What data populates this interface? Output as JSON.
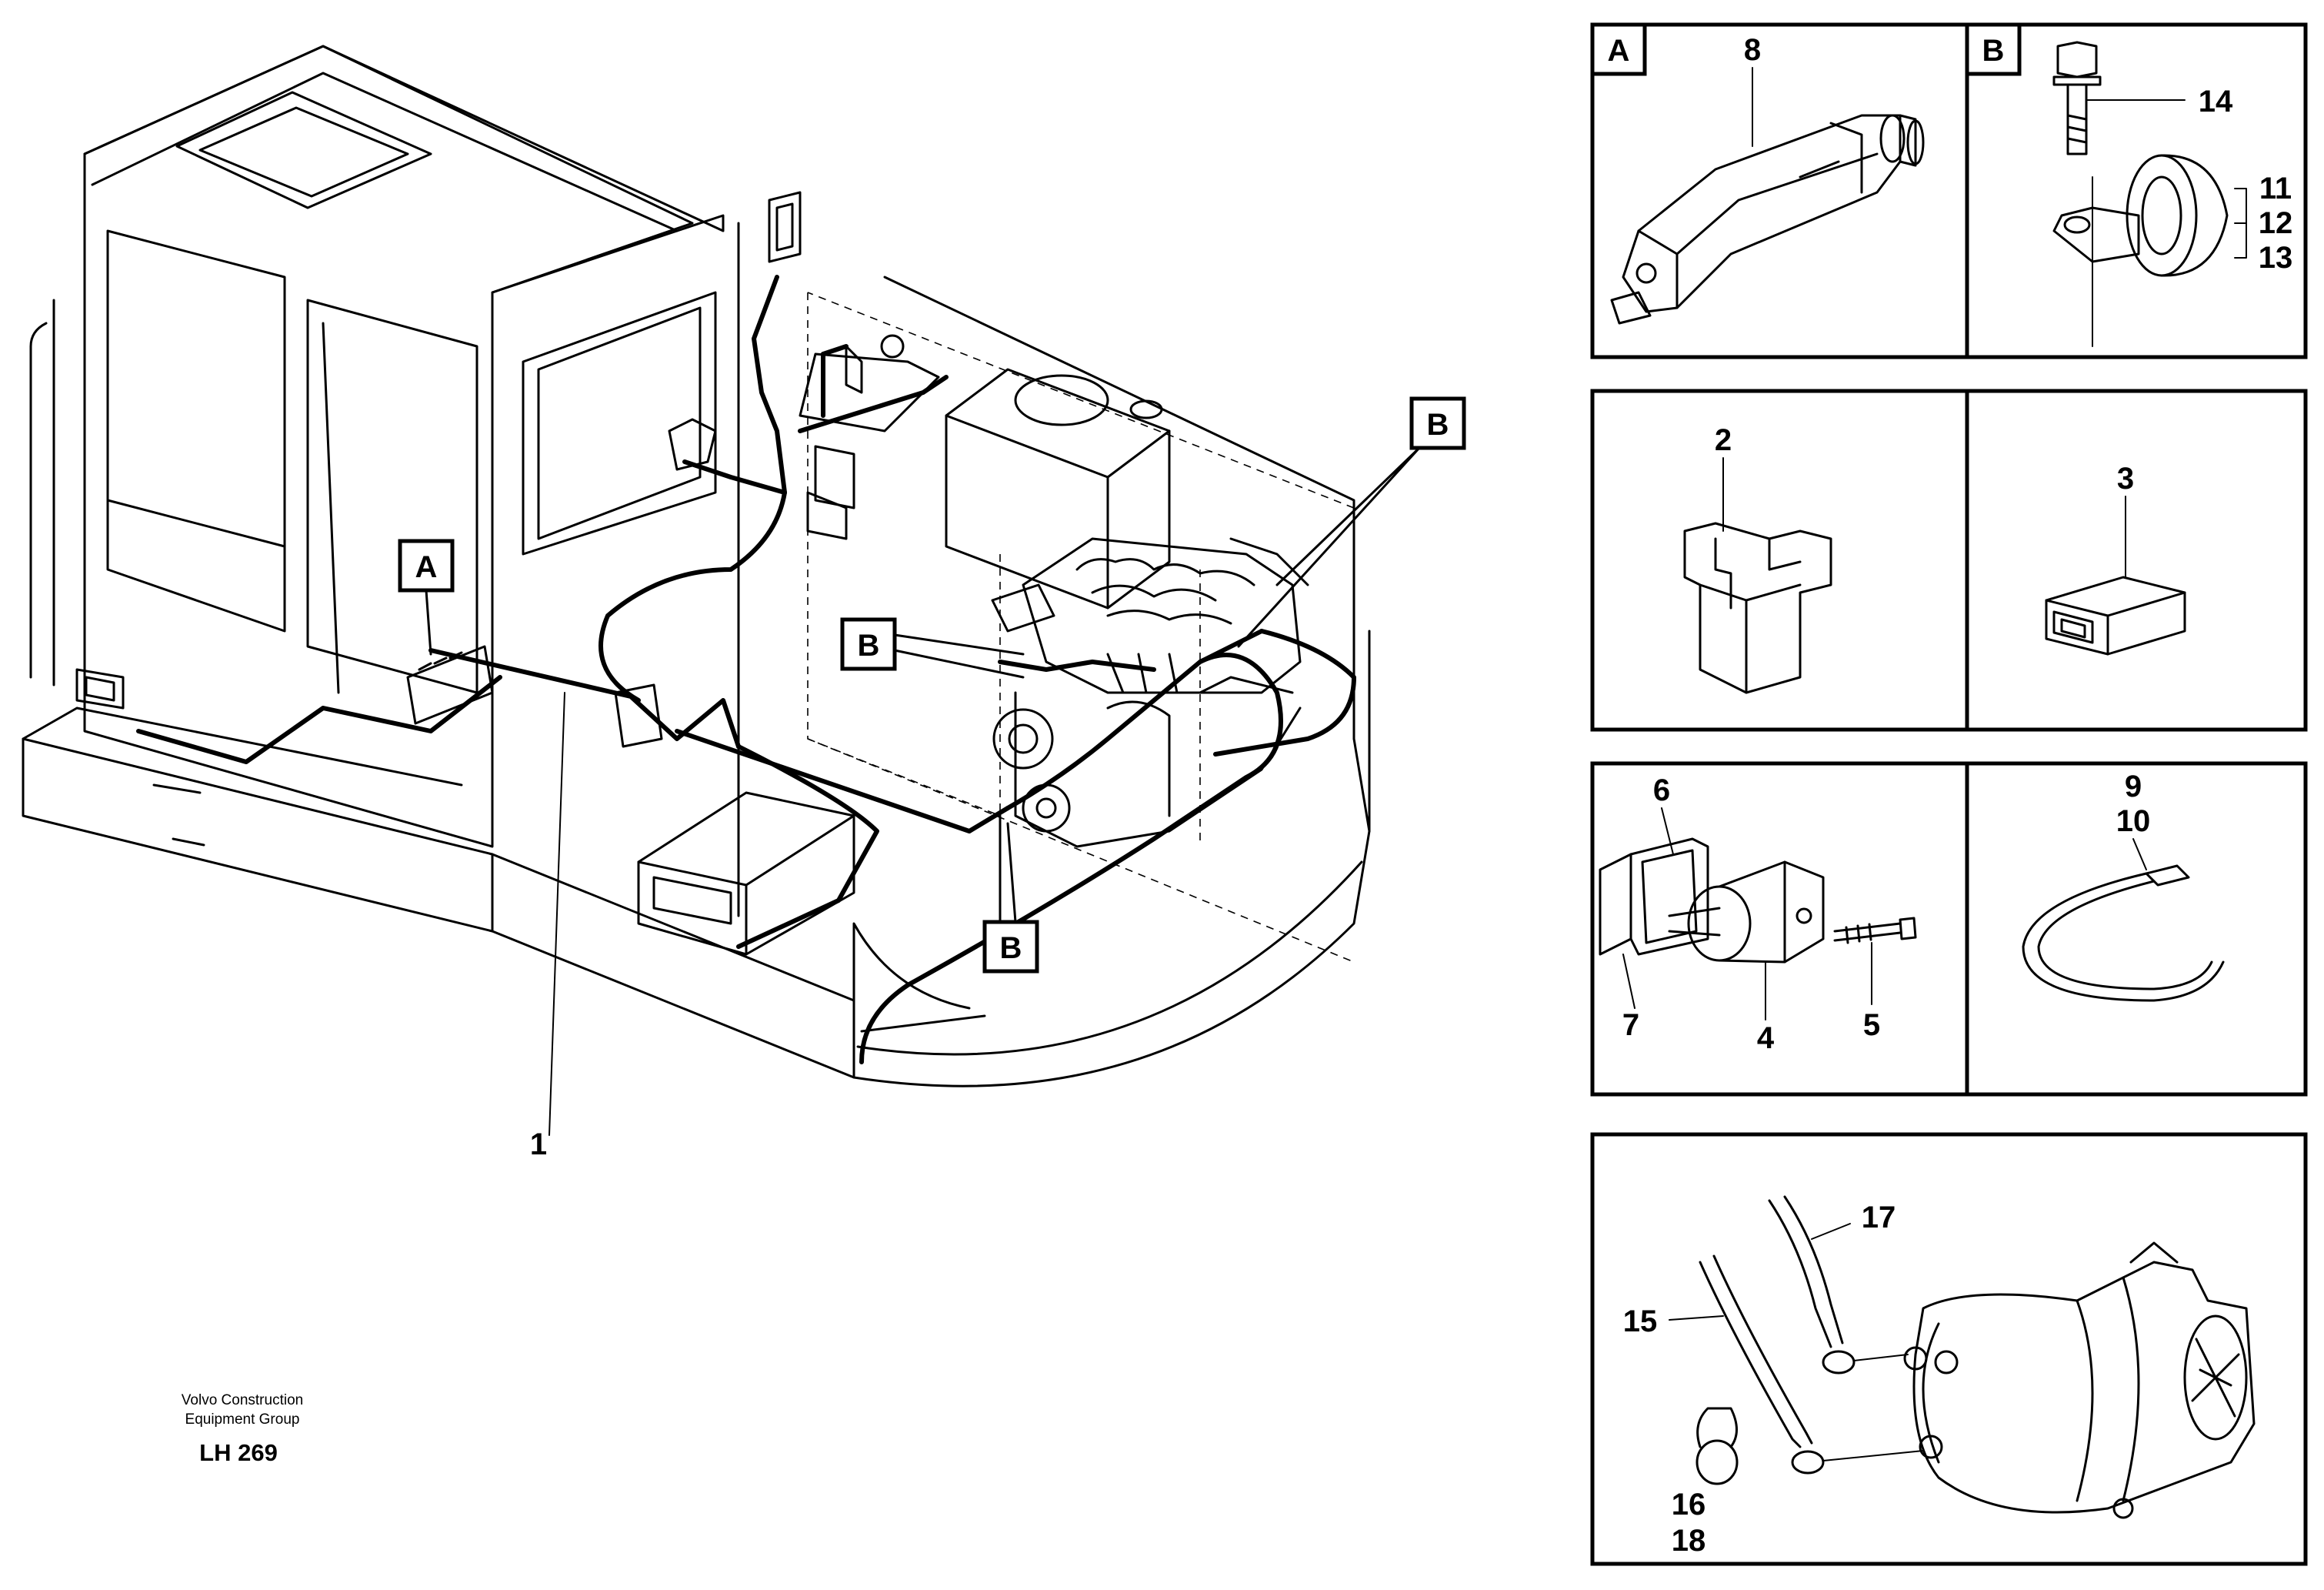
{
  "callouts": {
    "main": {
      "wiring_harness": "1",
      "tag_a": "A",
      "tag_b_top": "B",
      "tag_b_mid": "B",
      "tag_b_bottom": "B"
    },
    "detail_a": {
      "tag": "A",
      "item": "8"
    },
    "detail_b": {
      "tag": "B",
      "bolt": "14",
      "item11": "11",
      "item12": "12",
      "item13": "13"
    },
    "detail_relay_socket": {
      "item": "2"
    },
    "detail_connector": {
      "item": "3"
    },
    "detail_sensor": {
      "item6": "6",
      "item7": "7",
      "item4": "4",
      "item5": "5"
    },
    "detail_cable_tie": {
      "item9": "9",
      "item10": "10"
    },
    "detail_alternator": {
      "item17": "17",
      "item15": "15",
      "item16": "16",
      "item18": "18"
    }
  },
  "publisher": {
    "line1": "Volvo Construction",
    "line2": "Equipment Group",
    "code": "LH 269"
  }
}
